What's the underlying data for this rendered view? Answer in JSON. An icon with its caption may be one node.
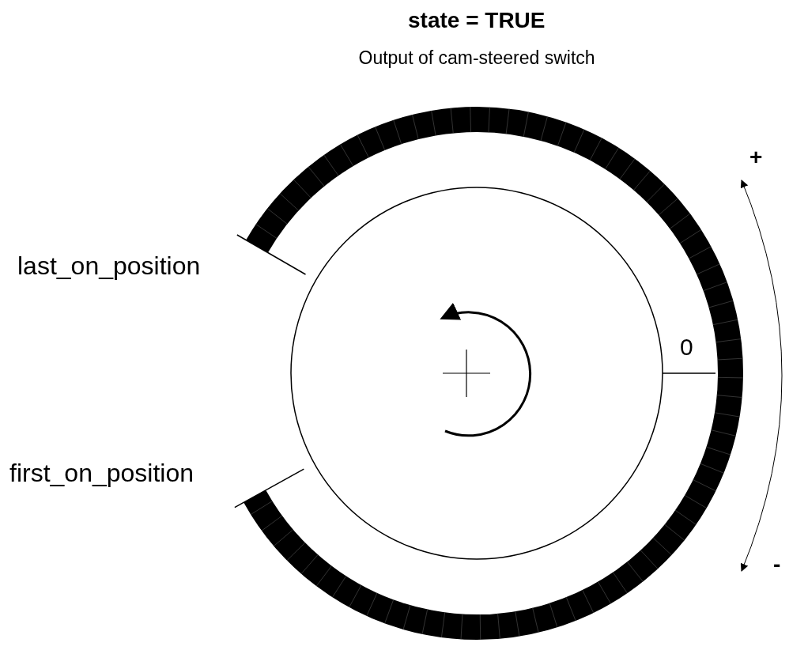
{
  "diagram": {
    "title": "state = TRUE",
    "labels": [
      "Output of cam-steered switch",
      "last_on_position",
      "0",
      "first_on_position",
      "+",
      "-"
    ]
  }
}
